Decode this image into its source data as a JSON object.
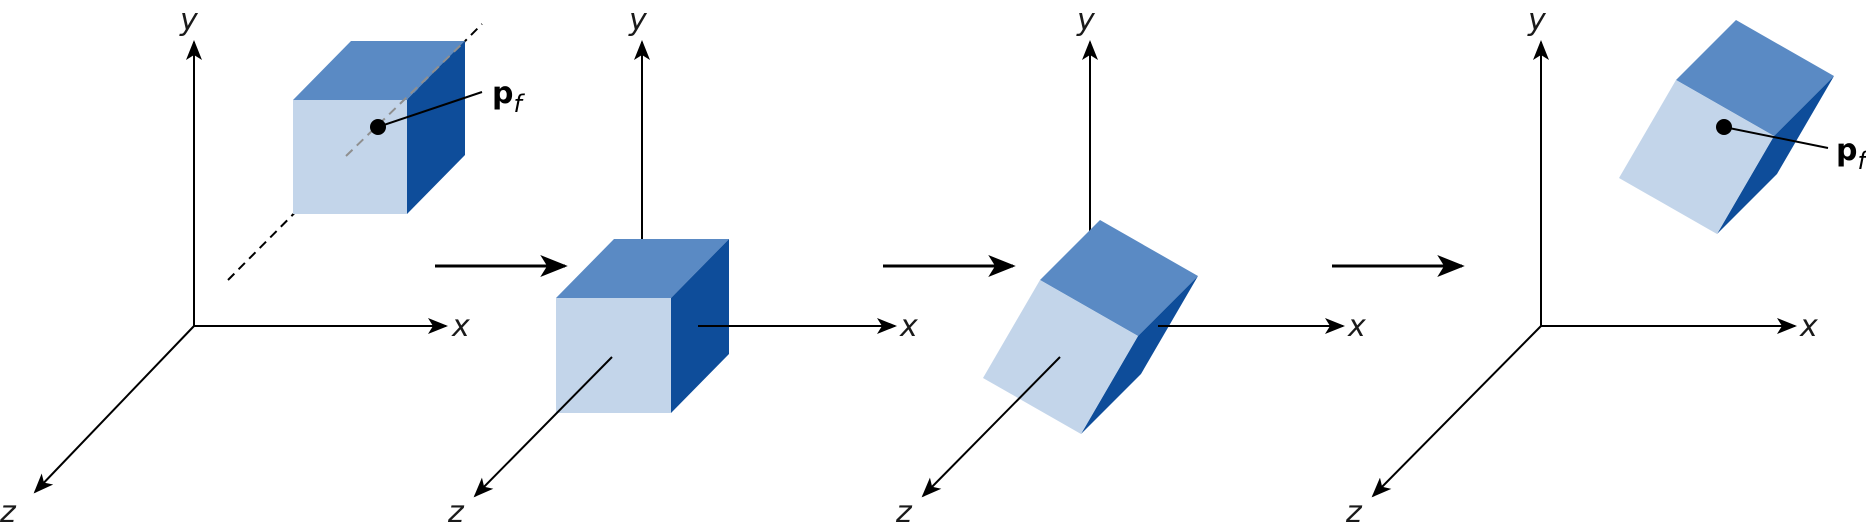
{
  "axes": {
    "x_label": "x",
    "y_label": "y",
    "z_label": "z"
  },
  "point": {
    "name": "p",
    "subscript": "f"
  },
  "colors": {
    "front_face": "#c3d5ea",
    "top_face": "#5a8ac4",
    "side_face": "#0e4d9a",
    "axis": "#000000",
    "dashed_axis": "#000000"
  },
  "panels": [
    {
      "step": 1,
      "description_hidden": true
    },
    {
      "step": 2
    },
    {
      "step": 3
    },
    {
      "step": 4
    }
  ]
}
